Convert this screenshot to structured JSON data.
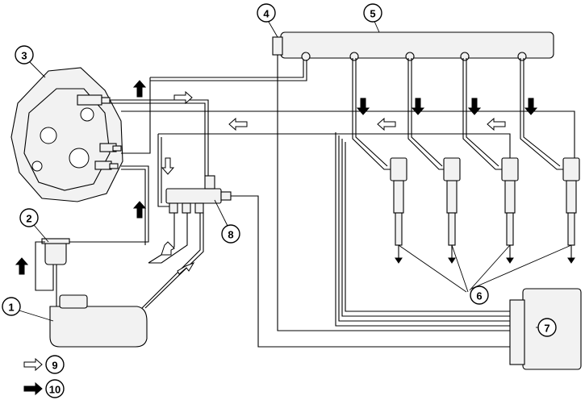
{
  "callouts": {
    "c1": "1",
    "c2": "2",
    "c3": "3",
    "c4": "4",
    "c5": "5",
    "c6": "6",
    "c7": "7",
    "c8": "8",
    "c9": "9",
    "c10": "10"
  },
  "legend": {
    "low_pressure_arrow": "hollow-arrow-icon",
    "high_pressure_arrow": "solid-arrow-icon"
  }
}
